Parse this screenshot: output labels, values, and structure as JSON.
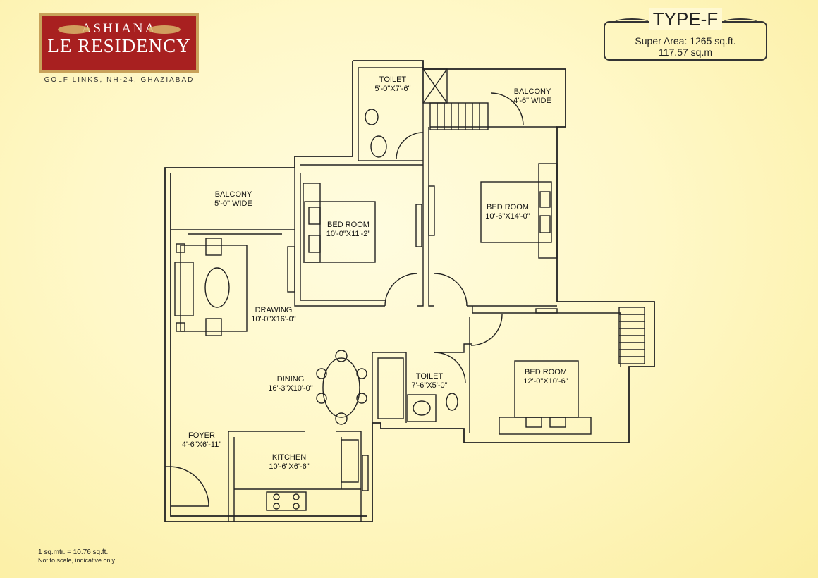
{
  "logo": {
    "line1": "ASHIANA",
    "line2": "LE RESIDENCY",
    "tagline": "GOLF LINKS, NH-24, GHAZIABAD"
  },
  "type_box": {
    "title": "TYPE-F",
    "super_area": "Super Area: 1265 sq.ft.",
    "metric_area": "117.57 sq.m"
  },
  "rooms": {
    "toilet_top": {
      "name": "TOILET",
      "size": "5'-0\"X7'-6\""
    },
    "balcony_right": {
      "name": "BALCONY",
      "size": "4'-6\" WIDE"
    },
    "balcony_left": {
      "name": "BALCONY",
      "size": "5'-0\" WIDE"
    },
    "bedroom_center": {
      "name": "BED ROOM",
      "size": "10'-0\"X11'-2\""
    },
    "bedroom_right": {
      "name": "BED ROOM",
      "size": "10'-6\"X14'-0\""
    },
    "drawing": {
      "name": "DRAWING",
      "size": "10'-0\"X16'-0\""
    },
    "dining": {
      "name": "DINING",
      "size": "16'-3\"X10'-0\""
    },
    "toilet_mid": {
      "name": "TOILET",
      "size": "7'-6\"X5'-0\""
    },
    "bedroom_bottom": {
      "name": "BED ROOM",
      "size": "12'-0\"X10'-6\""
    },
    "foyer": {
      "name": "FOYER",
      "size": "4'-6\"X6'-11\""
    },
    "kitchen": {
      "name": "KITCHEN",
      "size": "10'-6\"X6'-6\""
    }
  },
  "footnotes": {
    "conversion": "1 sq.mtr. = 10.76 sq.ft.",
    "disclaimer": "Not to scale, indicative only."
  }
}
